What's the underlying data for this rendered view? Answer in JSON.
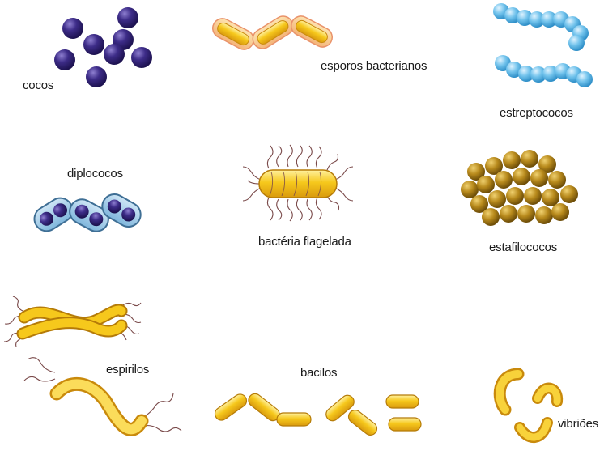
{
  "labels": {
    "cocos": "cocos",
    "esporos": "esporos bacterianos",
    "estreptococos": "estreptococos",
    "diplococos": "diplococos",
    "flagelada": "bactéria flagelada",
    "estafilococos": "estafilococos",
    "espirilos": "espirilos",
    "bacilos": "bacilos",
    "vibrioes": "vibriões"
  },
  "colors": {
    "coccus": "#3b2a86",
    "yellow": "#f3c21a",
    "yellow_edge": "#d99a0e",
    "blue": "#6fc0ea",
    "staph": "#b88a1c",
    "diplo_capsule": "#9bc8e6",
    "flagella": "#7a4a4a"
  }
}
